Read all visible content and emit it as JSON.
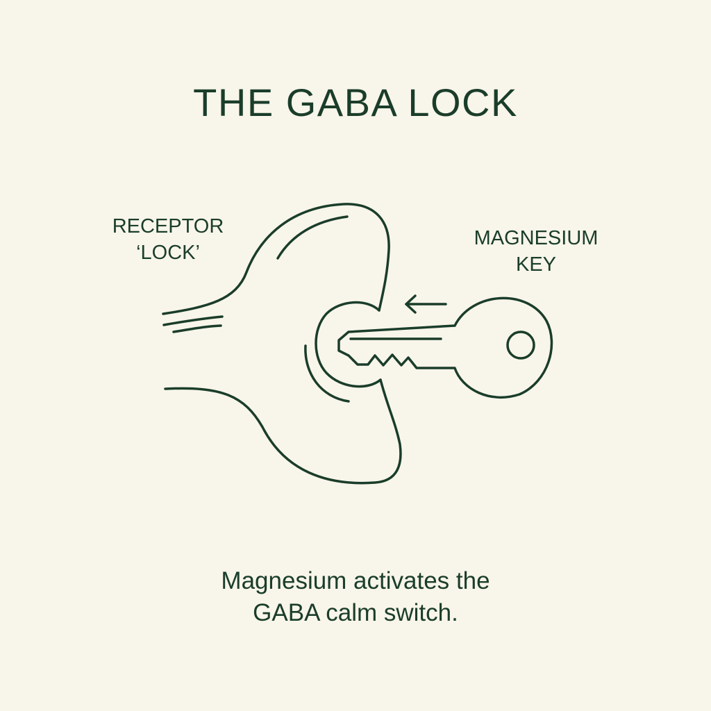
{
  "title": "THE GABA LOCK",
  "labels": {
    "receptor_line1": "RECEPTOR",
    "receptor_line2": "‘LOCK’",
    "key_line1": "MAGNESIUM",
    "key_line2": "KEY"
  },
  "caption": {
    "line1": "Magnesium activates the",
    "line2": "GABA calm switch."
  },
  "colors": {
    "background": "#f8f5ea",
    "ink": "#1a3d2a"
  },
  "icons": [
    "receptor-lock-icon",
    "magnesium-key-icon",
    "arrow-left-icon"
  ]
}
